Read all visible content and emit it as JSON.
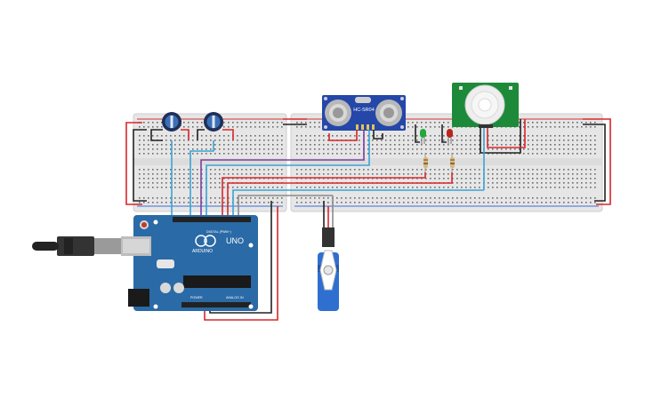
{
  "canvas": {
    "background": "#ffffff"
  },
  "colors": {
    "breadboard": "#e6e6e6",
    "breadboard_edge": "#cfcfcf",
    "hole": "#555555",
    "rail_red": "#d33434",
    "rail_blue": "#3a6fd8",
    "arduino": "#2a6aa6",
    "arduino_dark": "#1c4d7a",
    "hcsr04": "#2447a8",
    "pir_board": "#1d8a3a",
    "servo": "#2f6fd0",
    "wire_black": "#222222",
    "wire_red": "#d8262a",
    "wire_blue": "#3aa3d6",
    "wire_purple": "#7b3fa0",
    "wire_grey": "#8a8a8a",
    "led_green": "#22a83a",
    "led_red": "#b8261e",
    "resistor": "#d9b77a"
  },
  "components": {
    "ultrasonic_label": "HC-SR04",
    "arduino_brand": "ARDUINO",
    "arduino_model": "UNO",
    "arduino_digital_label": "DIGITAL (PWM~)",
    "arduino_power_label": "POWER",
    "arduino_analog_label": "ANALOG IN"
  },
  "icons": {
    "usb_cable": "usb-cable-icon",
    "potentiometer": "potentiometer-icon",
    "servo": "servo-icon",
    "pir": "pir-sensor-icon"
  }
}
